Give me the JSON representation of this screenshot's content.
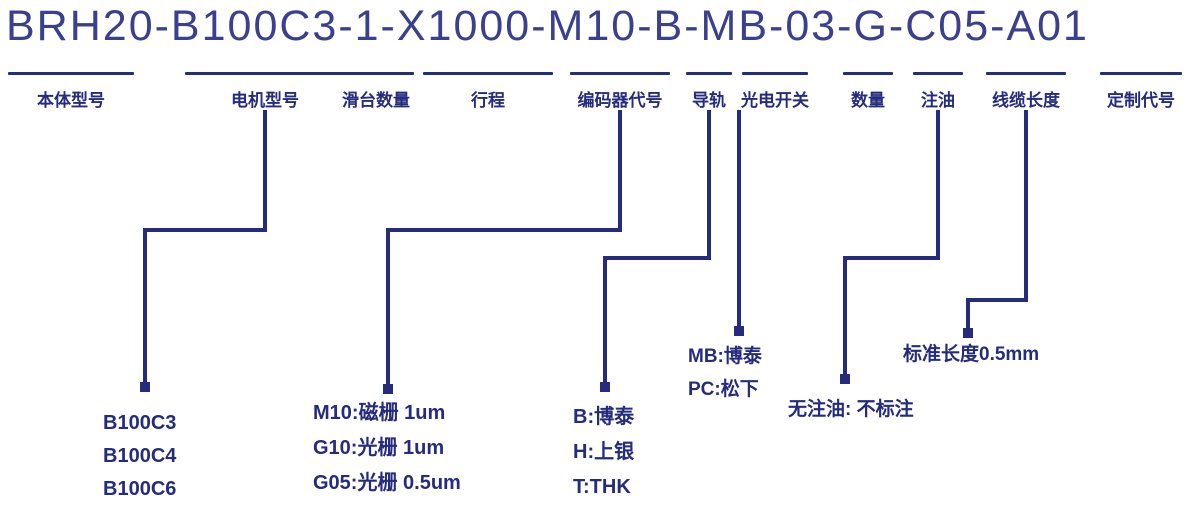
{
  "title": "BRH20-B100C3-1-X1000-M10-B-MB-03-G-C05-A01",
  "colors": {
    "ink": "#252c7d",
    "title_ink": "#3a3f8e"
  },
  "segments": [
    {
      "code": "BRH20",
      "label": "本体型号"
    },
    {
      "code": "B100C3",
      "label": "电机型号"
    },
    {
      "code": "1",
      "label": "滑台数量"
    },
    {
      "code": "X1000",
      "label": "行程"
    },
    {
      "code": "M10",
      "label": "编码器代号"
    },
    {
      "code": "B",
      "label": "导轨"
    },
    {
      "code": "MB",
      "label": "光电开关"
    },
    {
      "code": "03",
      "label": "数量"
    },
    {
      "code": "G",
      "label": "注油"
    },
    {
      "code": "C05",
      "label": "线缆长度"
    },
    {
      "code": "A01",
      "label": "定制代号"
    }
  ],
  "details": {
    "motor_options": [
      "B100C3",
      "B100C4",
      "B100C6"
    ],
    "encoder_options": [
      "M10:磁栅 1um",
      "G10:光栅 1um",
      "G05:光栅 0.5um"
    ],
    "rail_options": [
      "B:博泰",
      "H:上银",
      "T:THK"
    ],
    "switch_options": [
      "MB:博泰",
      "PC:松下"
    ],
    "oil_note": "无注油: 不标注",
    "cable_note": "标准长度0.5mm"
  }
}
